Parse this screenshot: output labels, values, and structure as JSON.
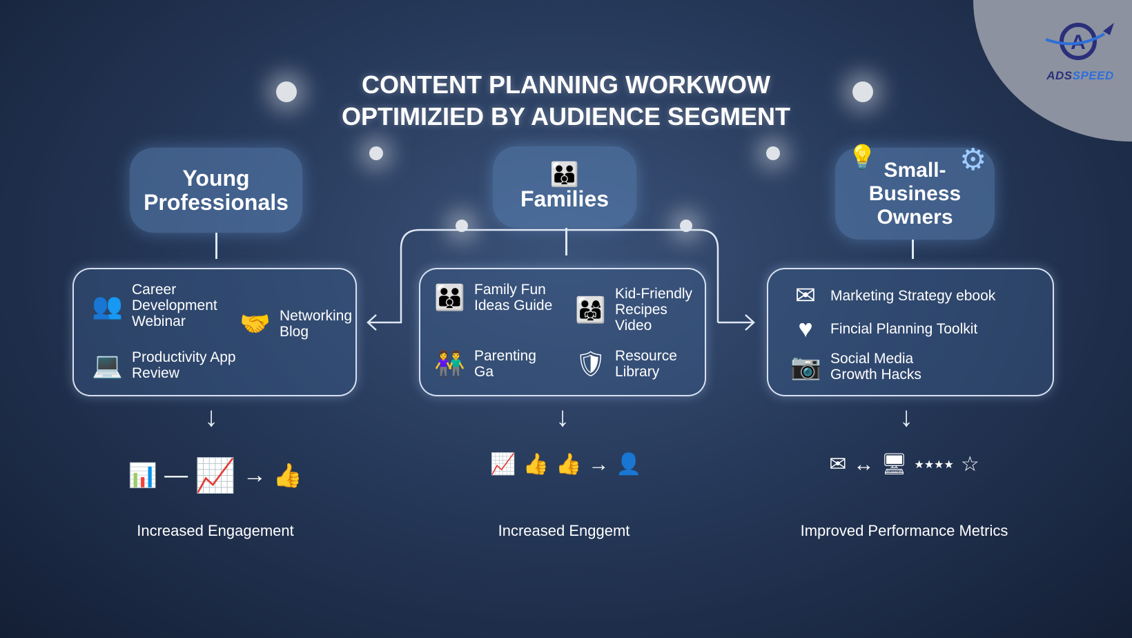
{
  "title": {
    "line1": "CONTENT PLANNING WORKWOW",
    "line2": "OPTIMIZIED BY AUDIENCE SEGMENT"
  },
  "logo": {
    "text": "ADSSPEED"
  },
  "segments": [
    {
      "name_line1": "Young",
      "name_line2": "Professionals",
      "items": [
        "Career Development Webinar",
        "Networking Blog",
        "Productivity App Review"
      ],
      "outcome": "Increased Engagement"
    },
    {
      "name_line1": "Families",
      "items": [
        "Family Fun Ideas Guide",
        "Kid-Friendly Recipes Video",
        "Parenting Ga",
        "Resource Library"
      ],
      "outcome": "Increased Enggemt"
    },
    {
      "name_line1": "Small-",
      "name_line2": "Business",
      "name_line3": "Owners",
      "items": [
        "Marketing Strategy ebook",
        "Fincial Planning Toolkit",
        "Social Media Growth Hacks"
      ],
      "outcome": "Improved Performance Metrics"
    }
  ]
}
